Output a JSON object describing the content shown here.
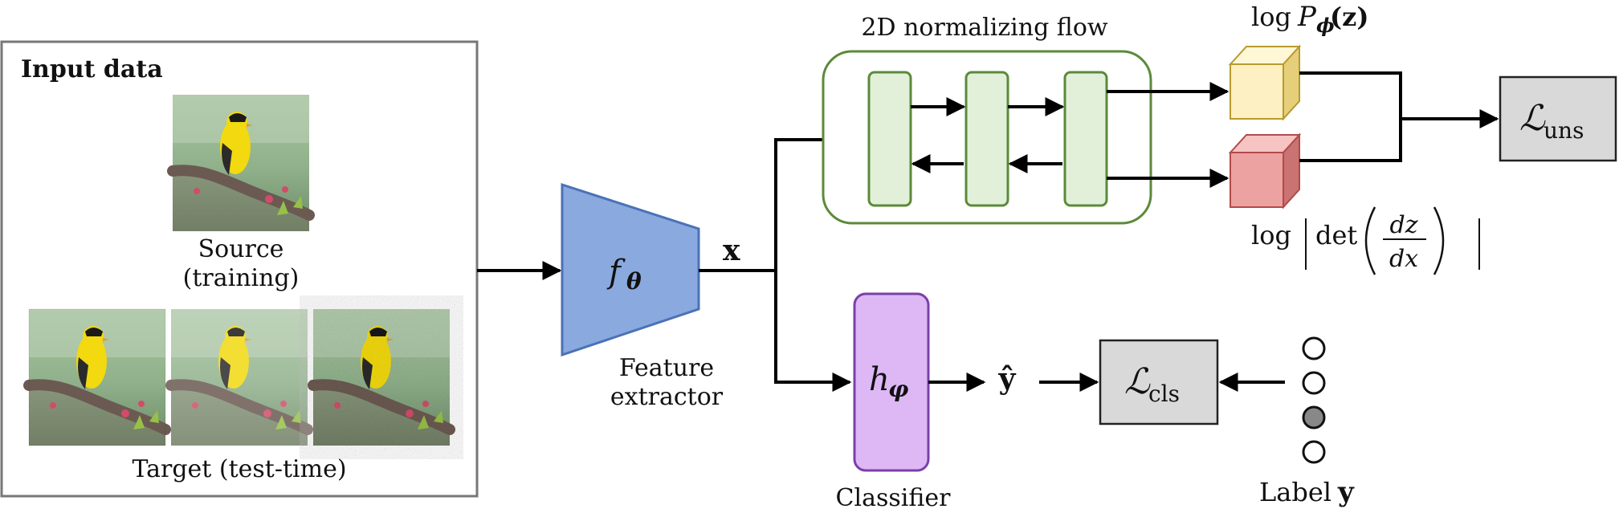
{
  "input_panel": {
    "title": "Input data",
    "source_label_line1": "Source",
    "source_label_line2": "(training)",
    "target_label": "Target (test-time)"
  },
  "feature_extractor": {
    "symbol": "f",
    "subscript": "θ",
    "caption_line1": "Feature",
    "caption_line2": "extractor"
  },
  "feature": {
    "symbol": "x"
  },
  "flow": {
    "title": "2D normalizing flow",
    "log_p_prefix": "log ",
    "log_p_symbol": "P",
    "log_p_subscript": "ϕ",
    "log_p_arg": "(z)",
    "log_det_prefix": "log",
    "log_det_func": "det",
    "log_det_num": "dz",
    "log_det_den": "dx"
  },
  "losses": {
    "uns_symbol": "ℒ",
    "uns_subscript": "uns",
    "cls_symbol": "ℒ",
    "cls_subscript": "cls"
  },
  "classifier": {
    "symbol": "h",
    "subscript": "φ",
    "caption": "Classifier"
  },
  "prediction": {
    "symbol": "ŷ"
  },
  "label": {
    "prefix": "Label ",
    "symbol": "y"
  },
  "colors": {
    "extractor_fill": "#8aa9de",
    "extractor_stroke": "#4a72b8",
    "flow_stroke": "#5b8a3a",
    "flow_block_fill": "#e2f0da",
    "classifier_fill": "#ddb8f5",
    "classifier_stroke": "#7b3fa8",
    "loss_fill": "#d9d9d9",
    "logp_cube": "#fdf0c2",
    "logdet_cube": "#eda2a2",
    "label_filled": "#888888"
  }
}
